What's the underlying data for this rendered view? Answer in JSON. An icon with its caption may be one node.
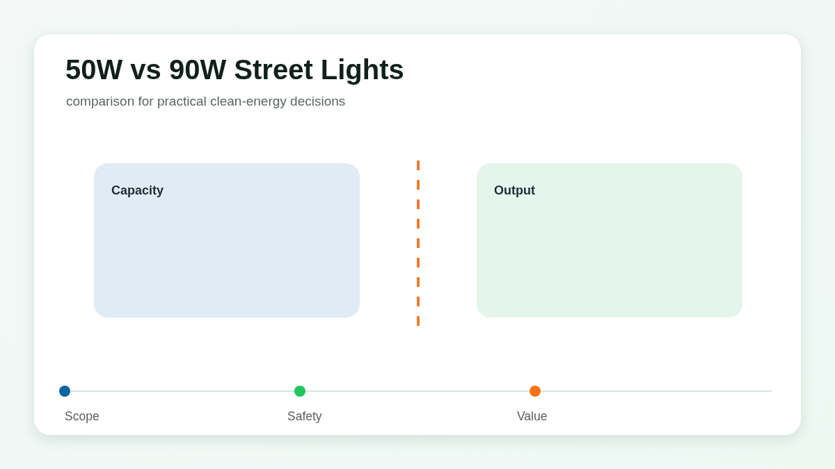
{
  "diagram": {
    "title": "50W vs 90W Street Lights",
    "nodes": [
      {
        "text": [
          "Capacity"
        ]
      },
      {
        "text": [
          "Output"
        ]
      },
      {
        "text": [],
        "shape": "circle",
        "beside": [
          "Scope"
        ]
      },
      {
        "text": [],
        "shape": "circle",
        "beside": [
          "Safety"
        ]
      },
      {
        "text": [],
        "shape": "circle",
        "beside": [
          "Value"
        ]
      }
    ],
    "edges": [
      {
        "from": 2,
        "to": 3,
        "arrow": "none"
      },
      {
        "from": 3,
        "to": 4,
        "arrow": "none"
      },
      {
        "from": 4,
        "to": null,
        "arrow": "none"
      }
    ],
    "labels": [
      "comparison for practical clean-energy decisions"
    ]
  }
}
